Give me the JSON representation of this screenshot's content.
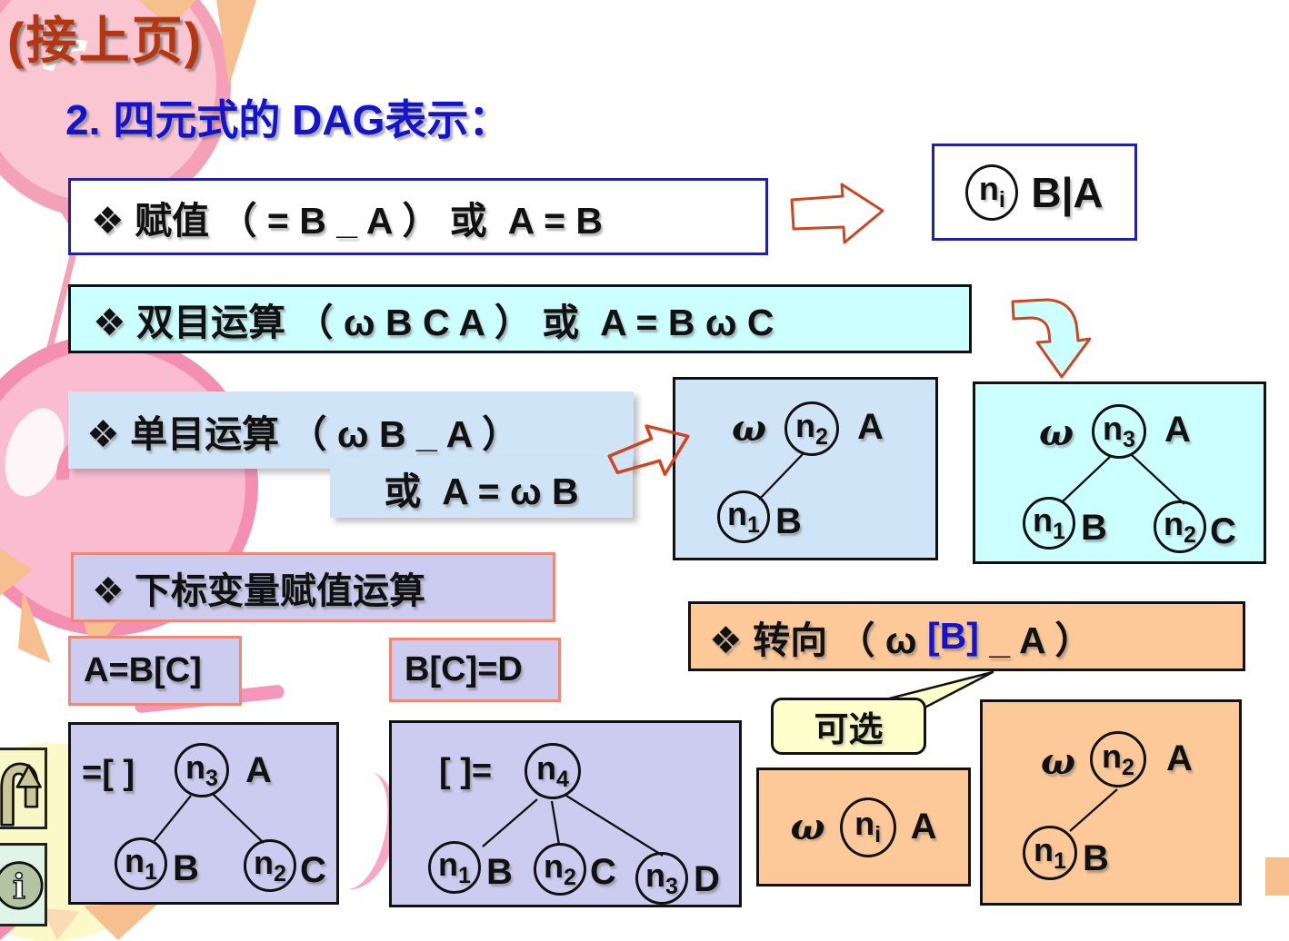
{
  "colors": {
    "continued_red": "#b5360f",
    "title_blue": "#1414cc",
    "cyan_fill": "#ccffff",
    "light_blue_fill": "#cfe4f7",
    "lavender_fill": "#ccccf0",
    "peach_fill": "#fdc998",
    "callout_yellow": "#ffffcc",
    "salmon_border": "#f08878",
    "navy_border": "#2020aa",
    "arrow_orange": "#cf4520"
  },
  "header": {
    "continued": "(接上页)",
    "number": "2.",
    "title": "四元式的 DAG表示："
  },
  "rules": {
    "assign": "❖ 赋值 （ = B _ A ） 或  A = B",
    "binary": "❖ 双目运算 （ ω B C A ） 或  A = B ω C",
    "unary_line1": "❖ 单目运算 （ ω B _ A ）",
    "unary_line2": "或  A = ω B",
    "subscript": "❖ 下标变量赋值运算",
    "example1": "A=B[C]",
    "example2": "B[C]=D",
    "jump_prefix": "❖ 转向 （ ω ",
    "jump_bracket": "[B]",
    "jump_suffix": " _ A ）",
    "callout": "可选"
  },
  "diagrams": {
    "assign_result": {
      "node": "n",
      "sub": "i",
      "label": "B|A"
    },
    "unary": {
      "op": "ω",
      "root": "n",
      "root_sub": "2",
      "root_label": "A",
      "child": "n",
      "child_sub": "1",
      "child_label": "B"
    },
    "binary": {
      "op": "ω",
      "root": "n",
      "root_sub": "3",
      "root_label": "A",
      "left": "n",
      "left_sub": "1",
      "left_label": "B",
      "right": "n",
      "right_sub": "2",
      "right_label": "C"
    },
    "fetch": {
      "op": "=[ ]",
      "root": "n",
      "root_sub": "3",
      "root_label": "A",
      "left": "n",
      "left_sub": "1",
      "left_label": "B",
      "right": "n",
      "right_sub": "2",
      "right_label": "C"
    },
    "store": {
      "op": "[ ]=",
      "root": "n",
      "root_sub": "4",
      "child1": "n",
      "child1_sub": "1",
      "child1_label": "B",
      "child2": "n",
      "child2_sub": "2",
      "child2_label": "C",
      "child3": "n",
      "child3_sub": "3",
      "child3_label": "D"
    },
    "jump_node": {
      "op": "ω",
      "node": "n",
      "sub": "i",
      "label": "A"
    },
    "jump": {
      "op": "ω",
      "root": "n",
      "root_sub": "2",
      "root_label": "A",
      "child": "n",
      "child_sub": "1",
      "child_label": "B"
    }
  }
}
